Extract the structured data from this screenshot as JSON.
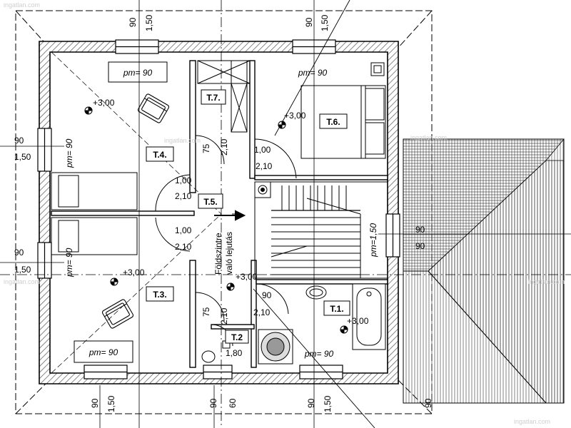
{
  "rooms": {
    "t4": "T.4.",
    "t7": "T.7.",
    "t6": "T.6.",
    "t5": "T.5.",
    "t3": "T.3.",
    "t2": "T.2",
    "t1": "T.1."
  },
  "sill_notes": {
    "t4": "pm= 90",
    "t6": "pm= 90",
    "t3": "pm= 90",
    "bath": "pm= 90",
    "west_upper": "pm= 90",
    "west_lower": "pm= 90",
    "east_stair": "pm=1,50"
  },
  "levels": {
    "t4": "+3,00",
    "t6": "+3,00",
    "t3": "+3,00",
    "hall": "+3,00",
    "t1": "+3,00"
  },
  "stair_note": {
    "line1": "Földszintre",
    "line2": "való lejutás"
  },
  "dims": {
    "top_a_w": "90",
    "top_a_h": "1,50",
    "top_b_w": "90",
    "top_b_h": "1,50",
    "left_a_w": "90",
    "left_a_h": "1,50",
    "left_b_w": "90",
    "left_b_h": "1,50",
    "right_w": "90",
    "right_h": "90",
    "bot_a_w": "90",
    "bot_a_h": "1,50",
    "bot_b_w": "90",
    "bot_b_h": "60",
    "bot_c_w": "90",
    "bot_c_h": "1,50",
    "bot_d_w": "90",
    "door_t7_w": "75",
    "door_t7_h": "2,10",
    "door_t6_w": "1,00",
    "door_t6_h": "2,10",
    "door_t4_w": "1,00",
    "door_t4_h": "2,10",
    "door_t3_w": "1,00",
    "door_t3_h": "2,10",
    "door_t2_w": "75",
    "door_t2_h": "2,10",
    "door_t1_w": "90",
    "door_t1_h": "2,10",
    "t2_h": "1,80"
  },
  "watermarks": {
    "w1": "ingatlan.com",
    "w2": "ingatlan.com",
    "w3": "ingatlan.com",
    "w4": "ingatlan.com",
    "w5": "ingatlan.com",
    "w6": "ingatlan.com"
  }
}
